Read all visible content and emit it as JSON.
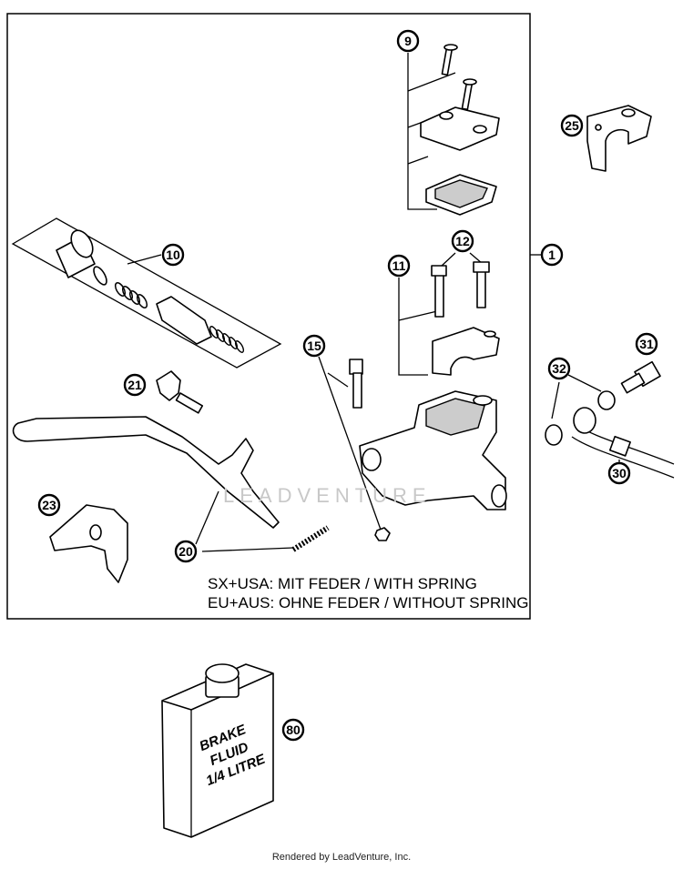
{
  "diagram": {
    "callouts": [
      "1",
      "9",
      "10",
      "11",
      "12",
      "15",
      "20",
      "21",
      "23",
      "25",
      "30",
      "31",
      "32",
      "80"
    ],
    "notes": {
      "line1": "SX+USA:  MIT FEDER / WITH SPRING",
      "line2": "EU+AUS:  OHNE FEDER / WITHOUT SPRING"
    },
    "brake_fluid": {
      "line1": "BRAKE",
      "line2": "FLUID",
      "line3": "1/4 LITRE"
    },
    "watermark": "LEADVENTURE",
    "colors": {
      "line": "#000000",
      "background": "#ffffff",
      "watermark": "#dddddd"
    }
  },
  "footer": "Rendered by LeadVenture, Inc."
}
